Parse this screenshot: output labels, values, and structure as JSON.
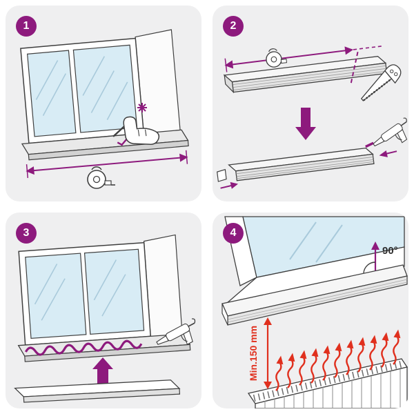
{
  "panels": [
    {
      "number": "1"
    },
    {
      "number": "2"
    },
    {
      "number": "3"
    },
    {
      "number": "4",
      "labels": {
        "angle": "90°",
        "min_distance": "Min.150 mm"
      }
    }
  ],
  "colors": {
    "accent_purple": "#8d1a7d",
    "alert_red": "#e0301e",
    "panel_background": "#efeff0",
    "glass_blue": "#d8ecf5",
    "outline": "#3f3f3f"
  },
  "icons": [
    "step-badge",
    "tape-measure-icon",
    "hand-marking-icon",
    "spark-icon",
    "handsaw-icon",
    "caulking-gun-icon",
    "down-arrow",
    "up-arrow",
    "dimension-arrow",
    "cut-line",
    "adhesive-bead",
    "radiator",
    "heat-arrows",
    "angle-arrow"
  ]
}
